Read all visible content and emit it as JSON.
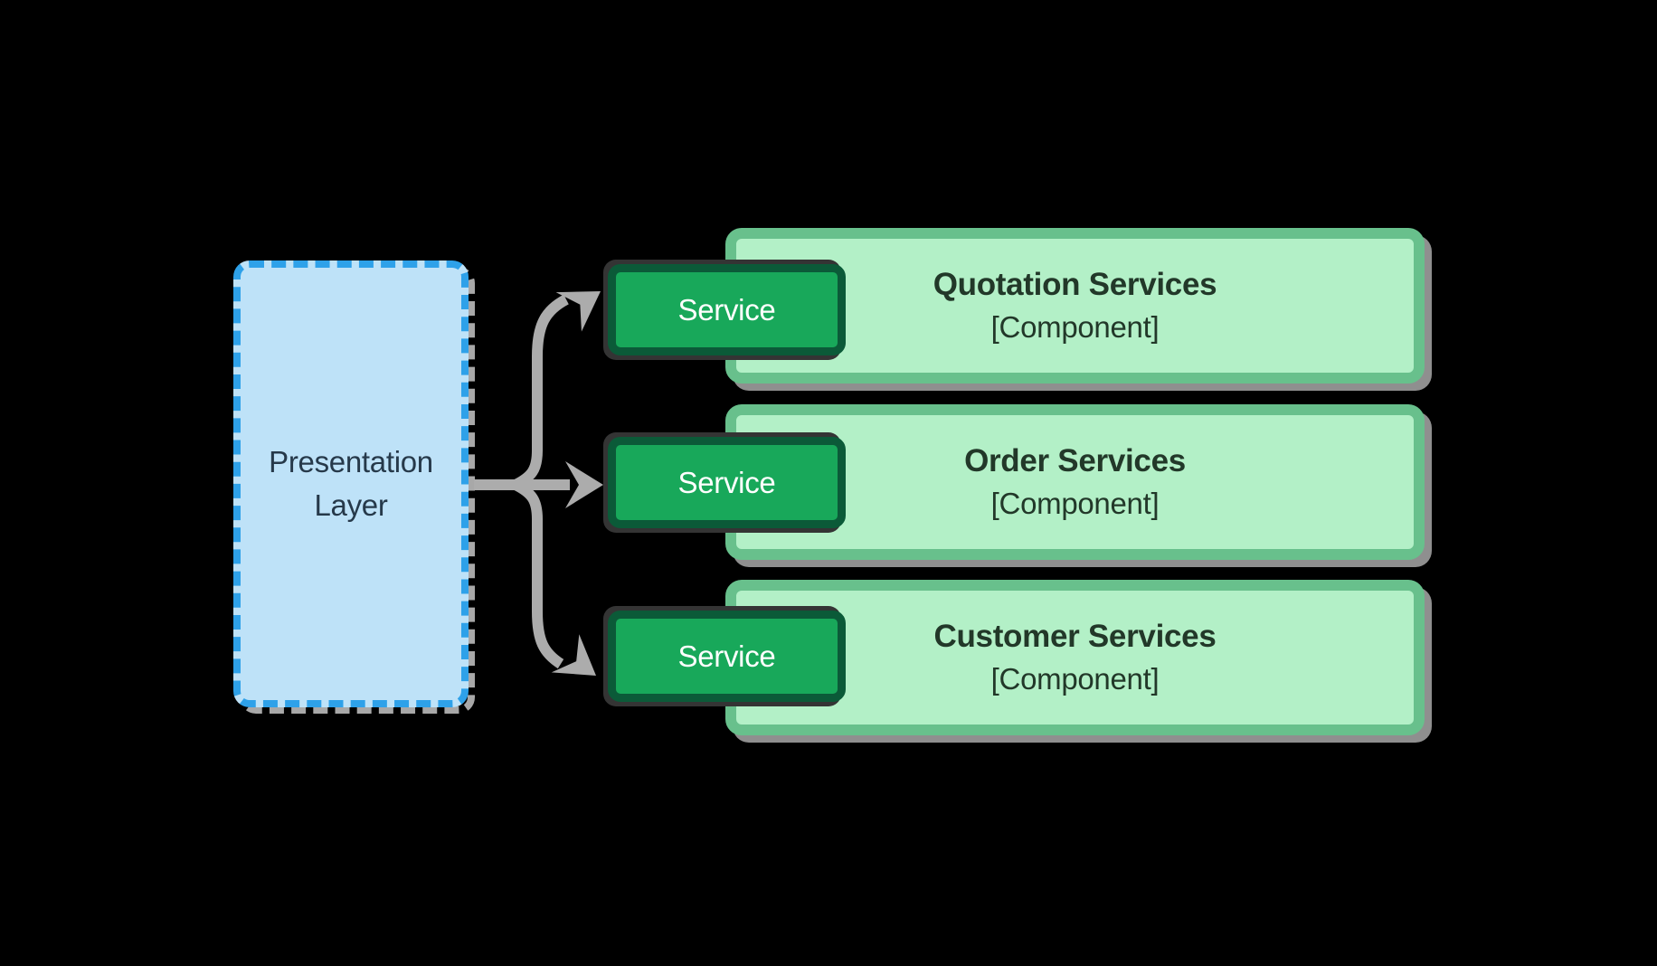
{
  "canvas": {
    "background": "#000000"
  },
  "presentation": {
    "label_line1": "Presentation",
    "label_line2": "Layer",
    "fill": "#BEE2F8",
    "border_color": "#2EA1E9",
    "border_style": "dashed",
    "shadow_color": "#A8A8A8",
    "text_color": "#26394A"
  },
  "connector": {
    "color": "#ACACAC",
    "from": "Presentation Layer",
    "to_count": 3,
    "arrowhead": "barbed-right"
  },
  "rows": [
    {
      "service_label": "Service",
      "title": "Quotation Services",
      "subtitle": "[Component]"
    },
    {
      "service_label": "Service",
      "title": "Order Services",
      "subtitle": "[Component]"
    },
    {
      "service_label": "Service",
      "title": "Customer Services",
      "subtitle": "[Component]"
    }
  ],
  "service_style": {
    "fill": "#18A85A",
    "border_color": "#0B5A38",
    "text_color": "#FFFFFF"
  },
  "component_style": {
    "fill": "#B3F0C7",
    "border_color": "#68C08C",
    "shadow_color": "#8F8F8F",
    "text_color": "#223829"
  }
}
